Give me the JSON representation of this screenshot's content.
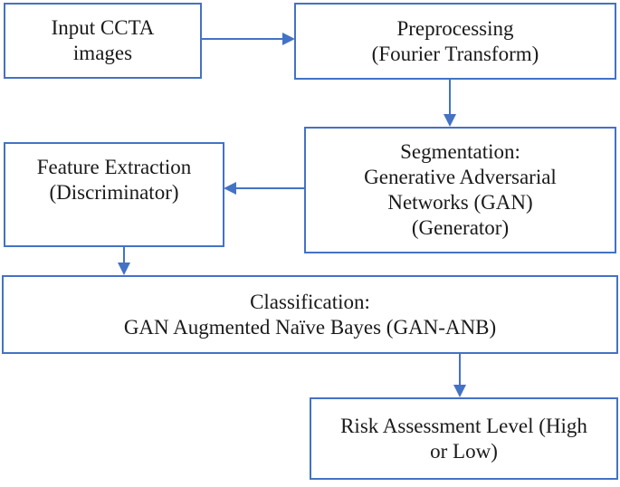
{
  "nodes": {
    "input": {
      "line1": "Input CCTA",
      "line2": "images"
    },
    "preprocessing": {
      "line1": "Preprocessing",
      "line2": "(Fourier Transform)"
    },
    "segmentation": {
      "line1": "Segmentation:",
      "line2": "Generative Adversarial",
      "line3": "Networks (GAN)",
      "line4": "(Generator)"
    },
    "feature_extraction": {
      "line1": "Feature Extraction",
      "line2": "(Discriminator)"
    },
    "classification": {
      "line1": "Classification:",
      "line2": "GAN Augmented Naïve Bayes (GAN-ANB)"
    },
    "risk_assessment": {
      "line1": "Risk Assessment Level (High",
      "line2": "or Low)"
    }
  },
  "connections": [
    {
      "from": "input",
      "to": "preprocessing",
      "direction": "right"
    },
    {
      "from": "preprocessing",
      "to": "segmentation",
      "direction": "down"
    },
    {
      "from": "segmentation",
      "to": "feature_extraction",
      "direction": "left"
    },
    {
      "from": "feature_extraction",
      "to": "classification",
      "direction": "down"
    },
    {
      "from": "classification",
      "to": "risk_assessment",
      "direction": "down"
    }
  ],
  "colors": {
    "box_border": "#4472C4",
    "arrow": "#4472C4",
    "text": "#1a1a1a",
    "background": "#ffffff"
  }
}
